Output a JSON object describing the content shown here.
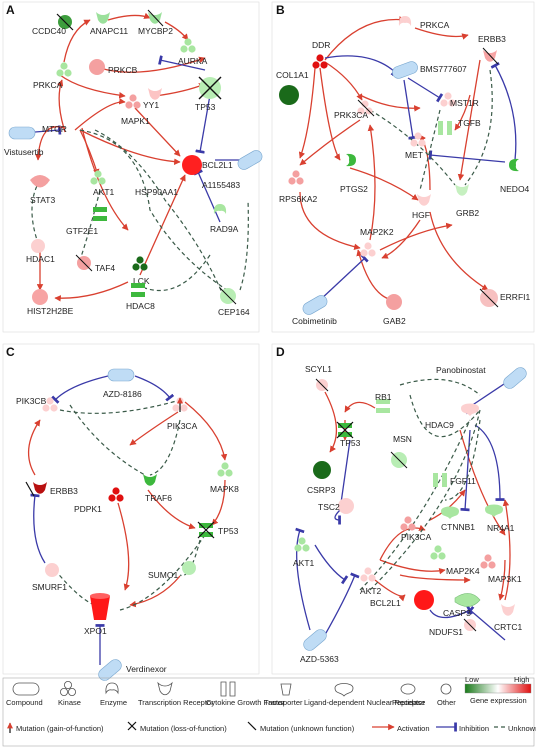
{
  "panels": {
    "a": {
      "label": "A",
      "nodes": {
        "ccdc40": "CCDC40",
        "anapc11": "ANAPC11",
        "mycbp2": "MYCBP2",
        "aurka": "AURKA",
        "prkca": "PRKCA",
        "prkcb": "PRKCB",
        "yy1": "YY1",
        "tp53": "TP53",
        "mtor": "MTOR",
        "vistusertib": "Vistusertib",
        "mapk1": "MAPK1",
        "bcl2l1": "BCL2L1",
        "a1155483": "A1155483",
        "akt1": "AKT1",
        "stat3": "STAT3",
        "hsp90aa1": "HSP90AA1",
        "gtf2e1": "GTF2E1",
        "rad9a": "RAD9A",
        "hdac1": "HDAC1",
        "taf4": "TAF4",
        "lck": "LCK",
        "hist2h2be": "HIST2H2BE",
        "hdac8": "HDAC8",
        "cep164": "CEP164"
      }
    },
    "b": {
      "label": "B",
      "nodes": {
        "prkca": "PRKCA",
        "erbb3": "ERBB3",
        "ddr": "DDR",
        "col1a1": "COL1A1",
        "bms777607": "BMS777607",
        "prk3ca": "PRK3CA",
        "mst1r": "MST1R",
        "tgfb": "TGFB",
        "met": "MET",
        "rps6ka2": "RPS6KA2",
        "ptgs2": "PTGS2",
        "nedo4": "NEDO4",
        "hgf": "HGF",
        "grb2": "GRB2",
        "map2k2": "MAP2K2",
        "errfi1": "ERRFI1",
        "cobimetinib": "Cobimetinib",
        "gab2": "GAB2"
      }
    },
    "c": {
      "label": "C",
      "nodes": {
        "azd8186": "AZD-8186",
        "pik3cb": "PIK3CB",
        "pik3ca": "PIK3CA",
        "erbb3": "ERBB3",
        "traf6": "TRAF6",
        "mapk8": "MAPK8",
        "pdpk1": "PDPK1",
        "tp53": "TP53",
        "smurf1": "SMURF1",
        "sumo1": "SUMO1",
        "xpo1": "XPO1",
        "verdinexor": "Verdinexor"
      }
    },
    "d": {
      "label": "D",
      "nodes": {
        "panobinostat": "Panobinostat",
        "scyl1": "SCYL1",
        "rb1": "RB1",
        "hdac9": "HDAC9",
        "tp53": "TP53",
        "msn": "MSN",
        "fgf11": "FGF11",
        "csrp3": "CSRP3",
        "tsc2": "TSC2",
        "pik3ca": "PIK3CA",
        "ctnnb1": "CTNNB1",
        "nr4a1": "NR4A1",
        "akt1": "AKT1",
        "akt2": "AKT2",
        "map2k4": "MAP2K4",
        "map3k1": "MAP3K1",
        "bcl2l1": "BCL2L1",
        "casp3": "CASP3",
        "azd5363": "AZD-5363",
        "ndufs1": "NDUFS1",
        "crtc1": "CRTC1"
      }
    }
  },
  "legend": {
    "types": [
      "Compound",
      "Kinase",
      "Enzyme",
      "Transcription Receptor",
      "Cytokine Growth Factor",
      "Transporter",
      "Ligand-dependent Nuclear Receptor",
      "Peptidase",
      "Other"
    ],
    "gradient": {
      "low": "Low",
      "high": "High",
      "title": "Gene expression",
      "low_color": "#1a7a1a",
      "mid_color": "#ffffff",
      "high_color": "#e01010"
    },
    "edges": {
      "gain": "Mutation (gain-of-function)",
      "loss": "Mutation (loss-of-function)",
      "unknown_fn": "Mutation (unknown function)",
      "activation": "Activation",
      "inhibition": "Inhibition",
      "unknown": "Unknown"
    }
  }
}
